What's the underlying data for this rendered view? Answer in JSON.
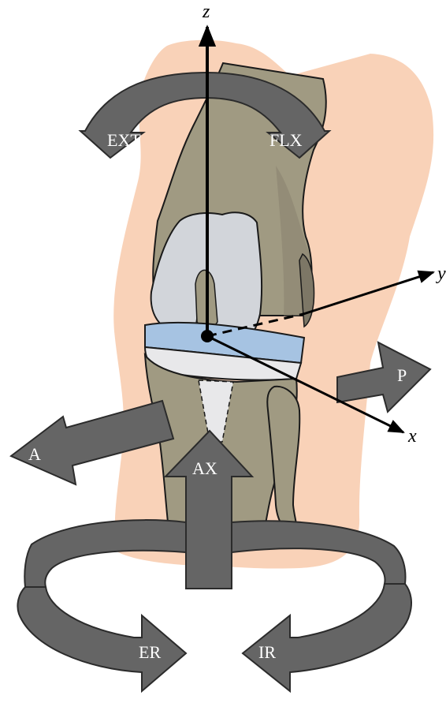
{
  "diagram": {
    "axes": {
      "z": "z",
      "y": "y",
      "x": "x"
    },
    "motions": {
      "extension": "EXT",
      "flexion": "FLX",
      "posterior": "P",
      "anterior": "A",
      "axial": "AX",
      "external_rotation": "ER",
      "internal_rotation": "IR"
    },
    "colors": {
      "skin": "#f9d2b8",
      "bone": "#a09a82",
      "bone_light": "#c3bca7",
      "implant_metal": "#d2d5da",
      "spacer_blue": "#a6c3e2",
      "arrow_fill": "#656565",
      "arrow_stroke": "#2b2b2b",
      "axis": "#000000"
    }
  }
}
